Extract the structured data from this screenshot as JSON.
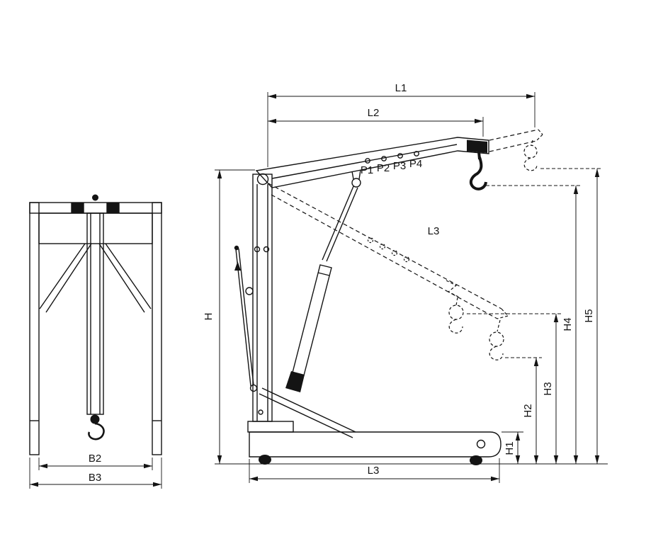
{
  "colors": {
    "line": "#141414",
    "background": "#ffffff"
  },
  "labels": {
    "L1": "L1",
    "L2": "L2",
    "L3_boom": "L3",
    "L3_base": "L3",
    "H": "H",
    "H1": "H1",
    "H2": "H2",
    "H3": "H3",
    "H4": "H4",
    "H5": "H5",
    "B2": "B2",
    "B3": "B3",
    "P1": "P1",
    "P2": "P2",
    "P3": "P3",
    "P4": "P4"
  }
}
